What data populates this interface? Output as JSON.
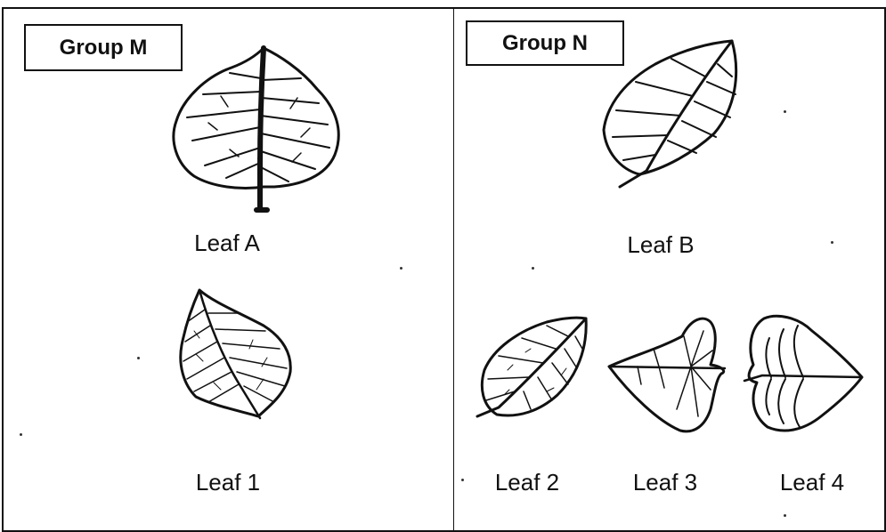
{
  "groups": [
    {
      "label": "Group M",
      "leaves": [
        "Leaf A",
        "Leaf 1"
      ]
    },
    {
      "label": "Group N",
      "leaves": [
        "Leaf B",
        "Leaf 2",
        "Leaf 3",
        "Leaf 4"
      ]
    }
  ],
  "colors": {
    "ink": "#111111",
    "background": "#ffffff"
  }
}
